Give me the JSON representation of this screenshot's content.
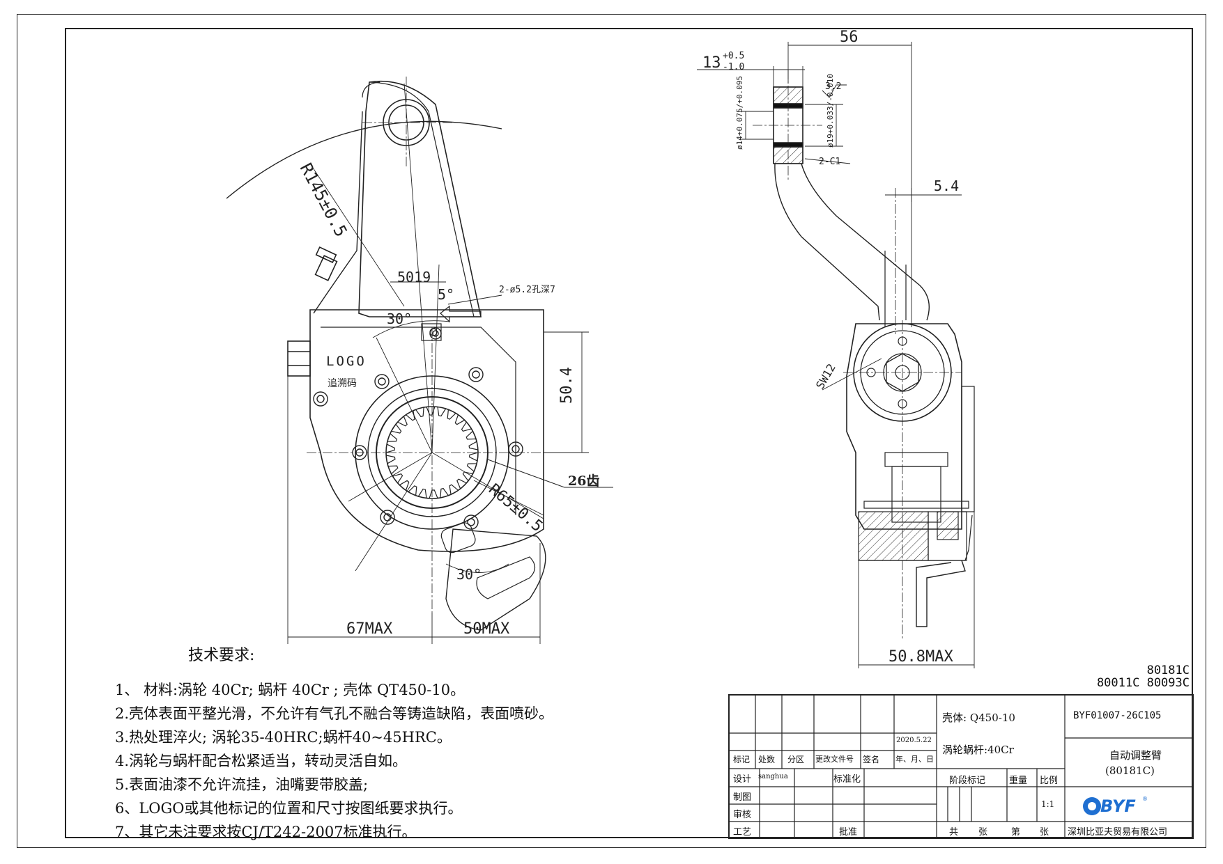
{
  "drawing": {
    "dimensions": {
      "radius_outer": "R145±0.5",
      "radius_inner": "R65±0.5",
      "code_5019": "5019",
      "angle_5": "5°",
      "angle_30_top": "30°",
      "angle_30_bottom": "30°",
      "hole_note": "2-ø5.2孔深7",
      "height_50_4": "50.4",
      "teeth": "26齿",
      "width_67max": "67MAX",
      "width_50max": "50MAX",
      "side_56": "56",
      "side_13": "13",
      "side_13_tol_up": "+0.5",
      "side_13_tol_down": "-1.0",
      "roughness": "3.2",
      "dia_14": "ø14+0.075/+0.095",
      "dia_19": "ø19+0.033/-0.010",
      "chamfer": "2-C1",
      "offset_5_4": "5.4",
      "sw12": "SW12",
      "width_50_8max": "50.8MAX"
    },
    "body_marks": {
      "logo": "LOGO",
      "trace_code": "追溯码"
    }
  },
  "technical_requirements": {
    "title": "技术要求:",
    "items": [
      "1、 材料:涡轮 40Cr; 蜗杆 40Cr ; 壳体 QT450-10。",
      "2.壳体表面平整光滑，不允许有气孔不融合等铸造缺陷，表面喷砂。",
      "3.热处理淬火;  涡轮35-40HRC;蜗杆40~45HRC。",
      "4.涡轮与蜗杆配合松紧适当，转动灵活自如。",
      "5.表面油漆不允许流挂，油嘴要带胶盖;",
      "6、LOGO或其他标记的位置和尺寸按图纸要求执行。",
      "7、其它未注要求按CJ/T242-2007标准执行。"
    ]
  },
  "model_codes": {
    "line1": "80181C",
    "line2": "80011C  80093C"
  },
  "title_block": {
    "date": "2020.5.22",
    "headers": [
      "标记",
      "处数",
      "分区",
      "更改文件号",
      "签名",
      "年、月、日"
    ],
    "design_label": "设计",
    "designer": "sanghua",
    "standardize_label": "标准化",
    "drawing_label": "制图",
    "review_label": "审核",
    "process_label": "工艺",
    "approve_label": "批准",
    "material_housing": "壳体:  Q450-10",
    "material_worm": "涡轮蜗杆:40Cr",
    "stage_mark_label": "阶段标记",
    "weight_label": "重量",
    "scale_label": "比例",
    "scale_value": "1:1",
    "total_label": "共",
    "sheet_label": "张",
    "page_label": "第",
    "page_sheet_label": "张",
    "drawing_number": "BYF01007-26C105",
    "part_name": "自动调整臂",
    "part_code": "(80181C)",
    "company": "深圳比亚夫贸易有限公司",
    "logo_text": "BYF"
  }
}
